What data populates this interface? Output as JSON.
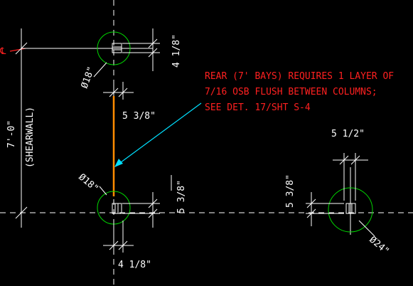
{
  "drawing": {
    "centerline_mark": "℄",
    "dimensions": {
      "top_vertical": "4 1/8\"",
      "left_span": "7'-0\"",
      "left_span_note": "(SHEARWALL)",
      "mid_horizontal": "5 3/8\"",
      "lower_vertical": "5 3/8\"",
      "bottom_horizontal": "4 1/8\"",
      "right_horizontal": "5 1/2\"",
      "right_vertical": "5 3/8\""
    },
    "diameters": {
      "top_circle": "Ø18\"",
      "lower_circle": "Ø18\"",
      "right_circle": "Ø24\""
    },
    "note_lines": [
      "REAR (7' BAYS) REQUIRES 1 LAYER OF",
      "7/16 OSB FLUSH BETWEEN COLUMNS;",
      "SEE DET. 17/SHT S-4"
    ]
  },
  "colors": {
    "background": "#000000",
    "linework": "#ffffff",
    "footing_circles": "#00d800",
    "osb_layer": "#ff8c00",
    "leader": "#00e0ff",
    "note_text": "#ff2020"
  }
}
